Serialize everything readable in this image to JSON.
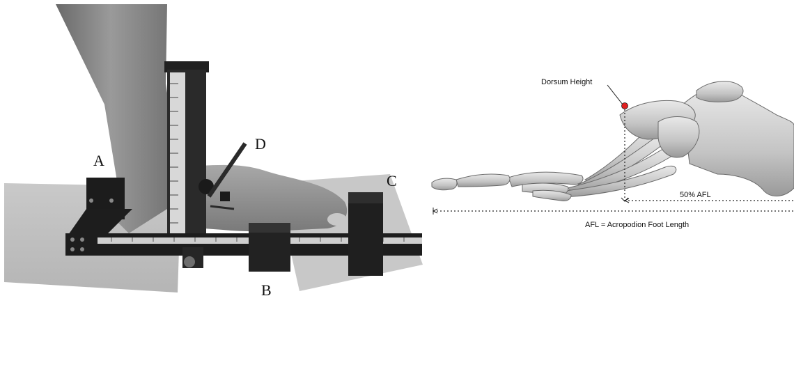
{
  "photo": {
    "labels": {
      "a": "A",
      "b": "B",
      "c": "C",
      "d": "D"
    }
  },
  "diagram": {
    "dorsum_label": "Dorsum Height",
    "half_afl_label": "50% AFL",
    "afl_label": "AFL = Acropodion Foot Length",
    "marker_color": "#e02020"
  }
}
